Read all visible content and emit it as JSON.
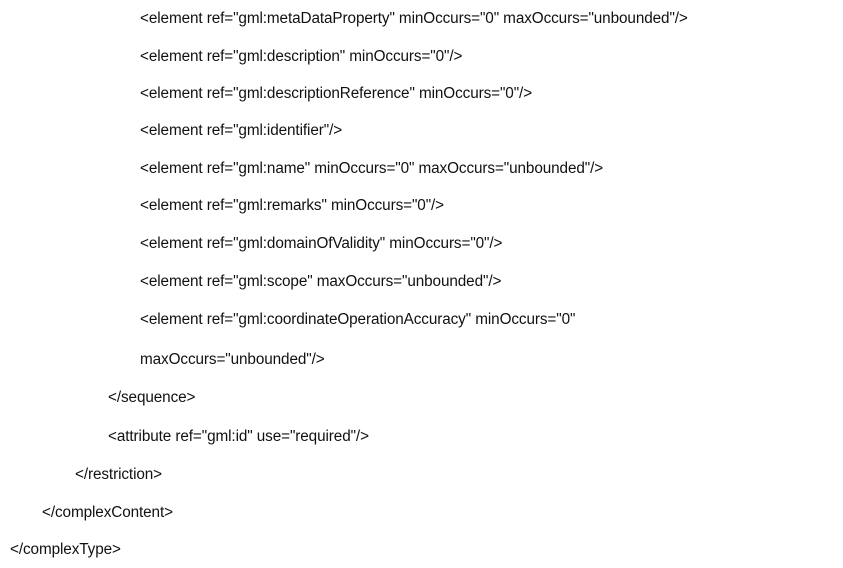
{
  "lines": [
    "<element ref=\"gml:metaDataProperty\" minOccurs=\"0\" maxOccurs=\"unbounded\"/>",
    "<element ref=\"gml:description\" minOccurs=\"0\"/>",
    "<element ref=\"gml:descriptionReference\" minOccurs=\"0\"/>",
    "<element ref=\"gml:identifier\"/>",
    "<element ref=\"gml:name\" minOccurs=\"0\" maxOccurs=\"unbounded\"/>",
    "<element ref=\"gml:remarks\" minOccurs=\"0\"/>",
    "<element ref=\"gml:domainOfValidity\" minOccurs=\"0\"/>",
    "<element ref=\"gml:scope\" maxOccurs=\"unbounded\"/>",
    "<element ref=\"gml:coordinateOperationAccuracy\" minOccurs=\"0\"",
    "maxOccurs=\"unbounded\"/>",
    "</sequence>",
    "<attribute ref=\"gml:id\" use=\"required\"/>",
    "</restriction>",
    "</complexContent>",
    "</complexType>"
  ]
}
